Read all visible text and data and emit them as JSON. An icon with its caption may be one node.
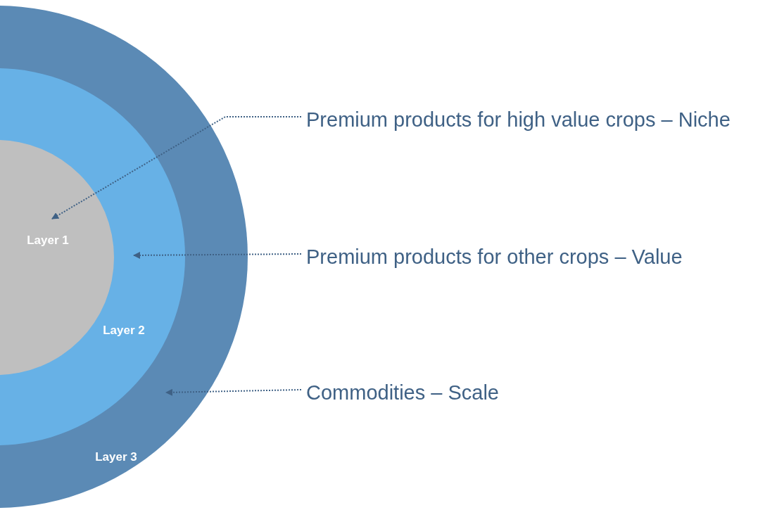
{
  "diagram": {
    "nodes": [
      {
        "text": [
          "Layer 3"
        ]
      },
      {
        "text": [
          "Layer 2"
        ],
        "in": 0
      },
      {
        "text": [
          "Layer 1"
        ],
        "in": 1
      },
      {
        "text": [
          "Premium products for high value crops – Niche"
        ]
      },
      {
        "text": [
          "Premium products for other crops – Value"
        ]
      },
      {
        "text": [
          "Commodities – Scale"
        ]
      }
    ],
    "edges": [
      {
        "from": 3,
        "to": 2,
        "arrow": "to",
        "style": "dashed"
      },
      {
        "from": 4,
        "to": 1,
        "arrow": "to",
        "style": "dashed"
      },
      {
        "from": 5,
        "to": 0,
        "arrow": "to",
        "style": "dashed"
      }
    ]
  }
}
